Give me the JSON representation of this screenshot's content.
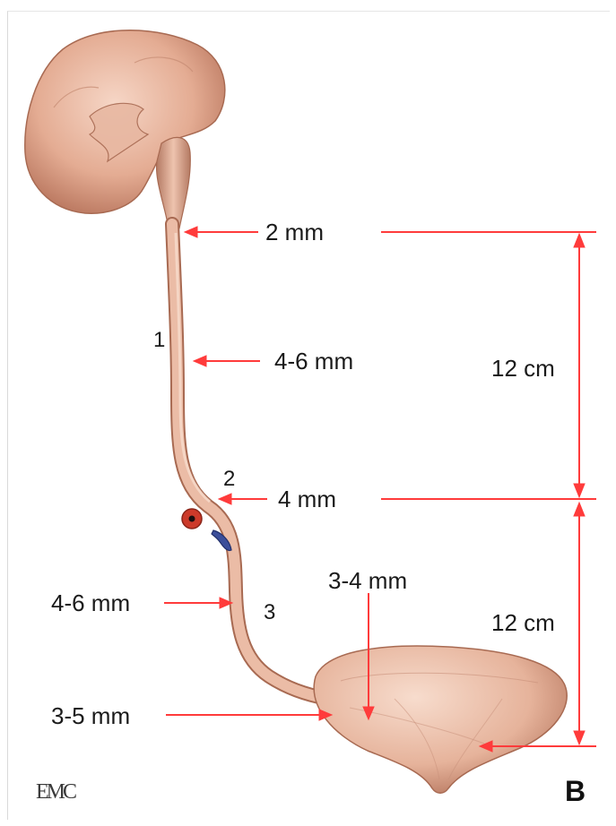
{
  "labels": {
    "pelvic_width": "2 mm",
    "upper_ureter_width": "4-6 mm",
    "segment_length_upper": "12 cm",
    "iliac_crossing_width": "4 mm",
    "pelvic_ureter_width": "4-6 mm",
    "intramural_width": "3-4 mm",
    "segment_length_lower": "12 cm",
    "ureterovesical_width": "3-5 mm"
  },
  "segments": {
    "one": "1",
    "two": "2",
    "three": "3"
  },
  "logo": "EMC",
  "panel_letter": "B",
  "colors": {
    "accent_red": "#ff3b3b",
    "tissue": "#e9b9a3",
    "tissue_dark": "#b07560",
    "artery_red": "#cc3a2a",
    "vein_blue": "#3b4e9a"
  }
}
